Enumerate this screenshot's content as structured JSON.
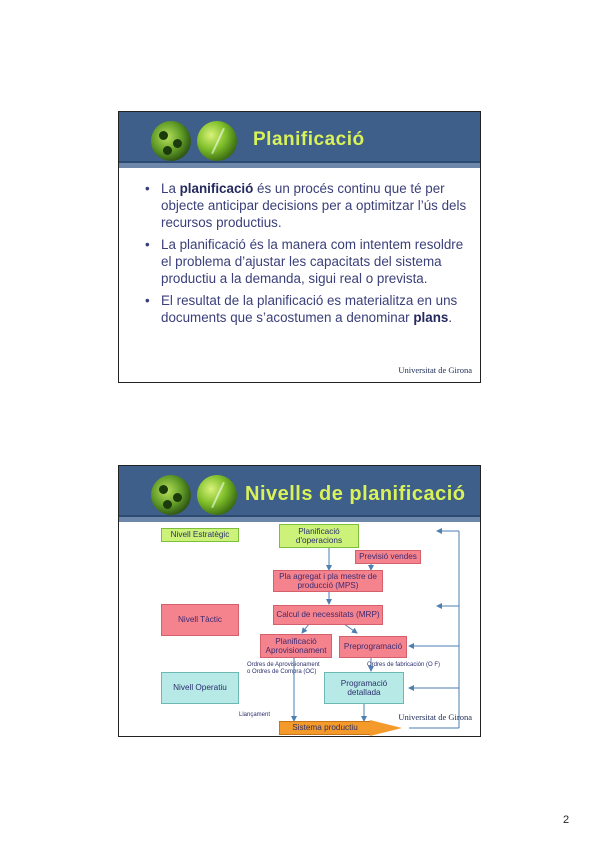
{
  "slide1": {
    "title": "Planificació",
    "bullets": [
      {
        "pre": "La ",
        "bold": "planificació",
        "post": " és un procés continu que té per objecte anticipar decisions per a optimitzar l’ús dels recursos productius."
      },
      {
        "pre": "La planificació és la manera com intentem resoldre el problema d’ajustar les capacitats del sistema productiu a la demanda, sigui real o prevista.",
        "bold": "",
        "post": ""
      },
      {
        "pre": "El resultat de la planificació es materialitza en uns documents que s’acostumen a denominar ",
        "bold": "plans",
        "post": "."
      }
    ],
    "logo": "Universitat de Girona"
  },
  "slide2": {
    "title": "Nivells de planificació",
    "levels": {
      "strategic": "Nivell Estratègic",
      "tactic": "Nivell Tàctic",
      "operative": "Nivell Operatiu"
    },
    "boxes": {
      "planning_ops": "Planificació d'operacions",
      "sales_forecast": "Previsió vendes",
      "mps": "Pla agregat i pla mestre de producció (MPS)",
      "mrp": "Calcul de necessitats (MRP)",
      "procurement": "Planificació Aprovisionament",
      "preprogram": "Preprogramació",
      "detailed": "Programació detallada",
      "system": "Sistema productiu"
    },
    "labels": {
      "purchase_orders": "Ordres de Aprovisionament o Ordres de Compra (OC)",
      "fab_orders": "Ordres de fabricación (O F)",
      "launch": "Llançament"
    },
    "logo": "Universitat de Girona"
  },
  "page_number": "2",
  "colors": {
    "header": "#3e5f8a",
    "title": "#d9f25a",
    "text": "#3a3f7a",
    "green": "#cdf27a",
    "pink": "#f4838d",
    "cyan": "#b7e9e6",
    "orange": "#f39a2b",
    "arrow": "#4e7fb0"
  }
}
